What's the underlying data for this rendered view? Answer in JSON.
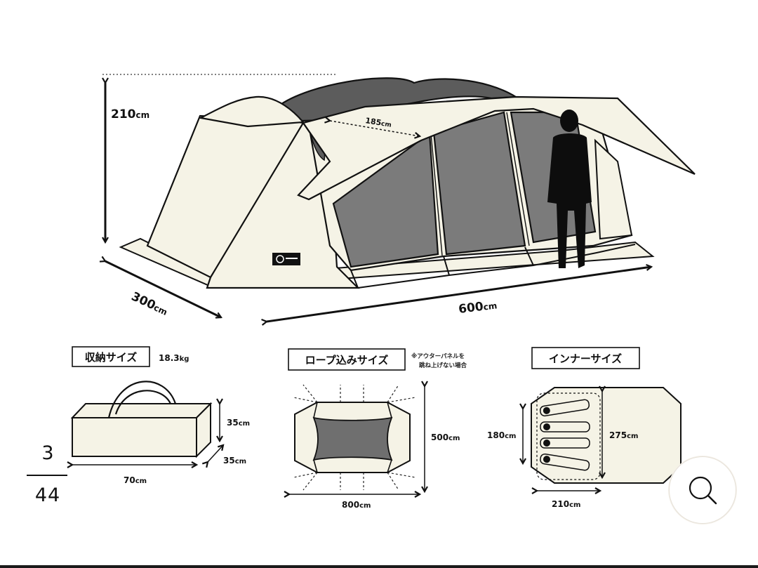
{
  "dimensions": {
    "height_value": "210",
    "height_unit": "cm",
    "width_value": "300",
    "width_unit": "cm",
    "length_value": "600",
    "length_unit": "cm",
    "ceiling_value": "185",
    "ceiling_unit": "cm"
  },
  "storage": {
    "title": "収納サイズ",
    "weight": "18.3",
    "weight_unit": "kg",
    "height": "35",
    "depth": "35",
    "width": "70",
    "unit": "cm"
  },
  "rope": {
    "title": "ロープ込みサイズ",
    "note_line1": "※アウターパネルを",
    "note_line2": "跳ね上げない場合",
    "depth": "500",
    "width": "800",
    "unit": "cm"
  },
  "inner": {
    "title": "インナーサイズ",
    "left_height": "180",
    "right_height": "275",
    "width": "210",
    "unit": "cm"
  },
  "pager": {
    "current": "3",
    "total": "44"
  },
  "icons": {
    "zoom": "magnifier-icon",
    "logo": "brand-logo-icon"
  },
  "colors": {
    "canvas": "#ffffff",
    "ink": "#111111",
    "fabric": "#f5f3e6",
    "mesh": "#7a7a7a",
    "shade": "#555555"
  }
}
